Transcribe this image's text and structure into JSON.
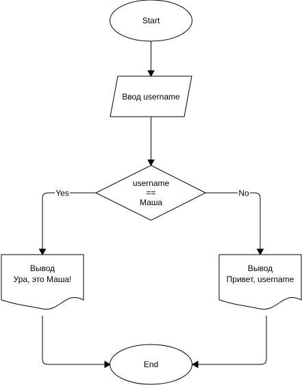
{
  "diagram": {
    "nodes": {
      "start": {
        "shape": "ellipse",
        "text": [
          "Start"
        ]
      },
      "input": {
        "shape": "parallelogram",
        "text": [
          "Ввод username"
        ]
      },
      "decision": {
        "shape": "rhombus",
        "text": [
          "username",
          "==",
          "Маша"
        ]
      },
      "out_yes": {
        "shape": "document",
        "text": [
          "Вывод",
          "Ура, это Маша!"
        ]
      },
      "out_no": {
        "shape": "document",
        "text": [
          "Вывод",
          "Привет, username"
        ]
      },
      "end": {
        "shape": "ellipse",
        "text": [
          "End"
        ]
      }
    },
    "edges": [
      {
        "from": "start",
        "to": "input",
        "label": ""
      },
      {
        "from": "input",
        "to": "decision",
        "label": ""
      },
      {
        "from": "decision",
        "to": "out_yes",
        "label": "Yes"
      },
      {
        "from": "decision",
        "to": "out_no",
        "label": "No"
      },
      {
        "from": "out_yes",
        "to": "end",
        "label": ""
      },
      {
        "from": "out_no",
        "to": "end",
        "label": ""
      }
    ],
    "colors": {
      "stroke": "#000000",
      "fill": "#ffffff",
      "text": "#000000"
    }
  }
}
